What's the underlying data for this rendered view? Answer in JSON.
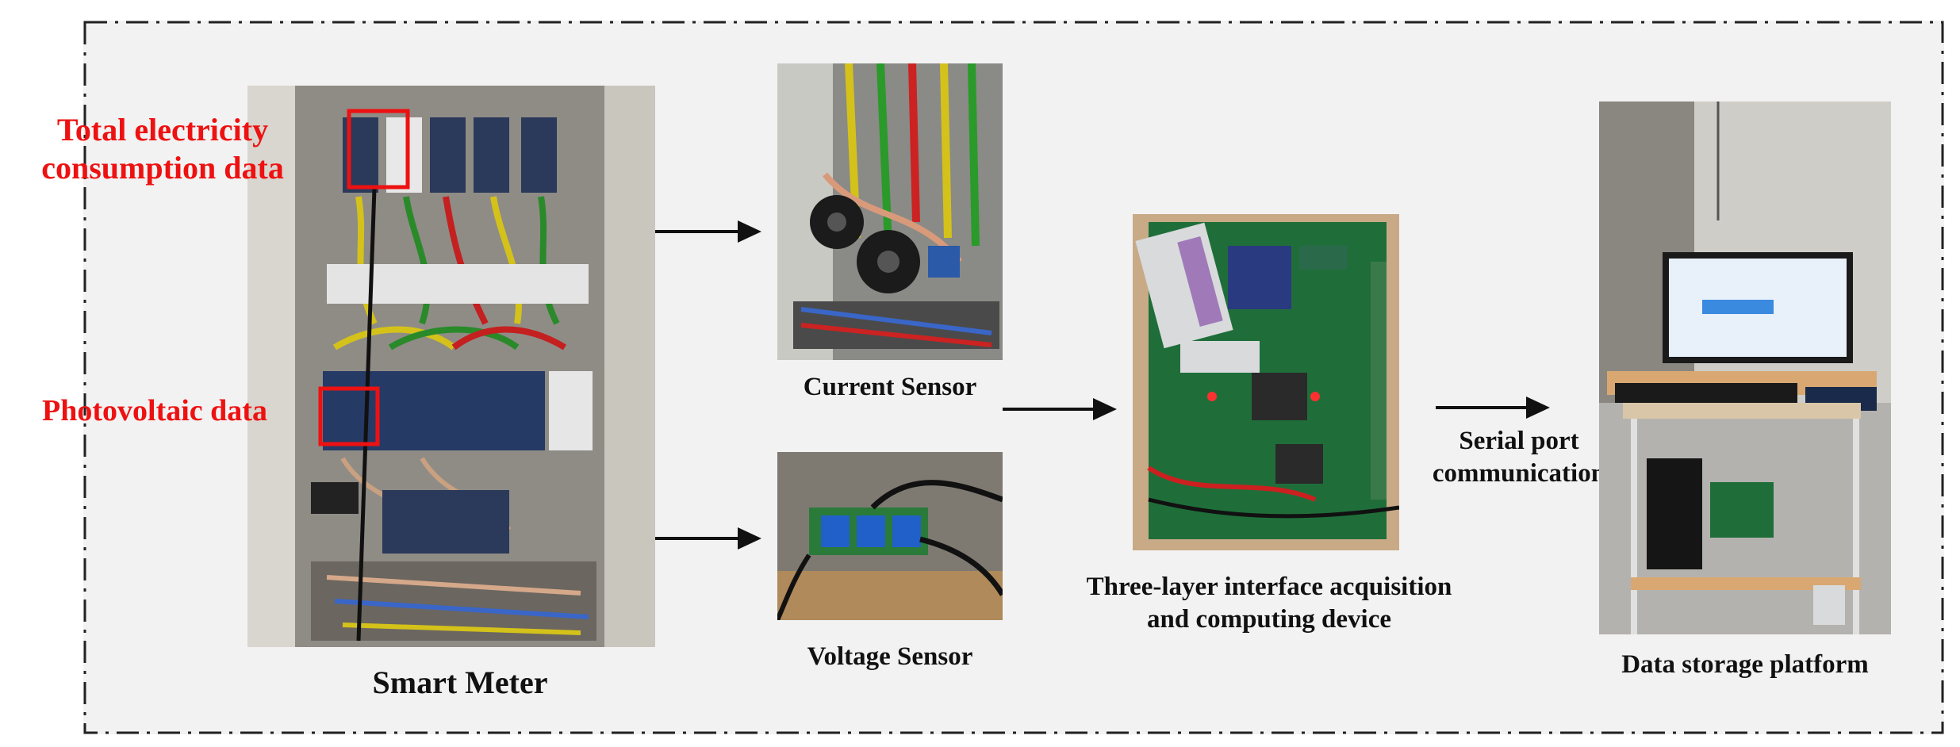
{
  "labels": {
    "total_electricity": "Total electricity consumption data",
    "photovoltaic": "Photovoltaic data",
    "smart_meter": "Smart Meter",
    "current_sensor": "Current Sensor",
    "voltage_sensor": "Voltage Sensor",
    "device": "Three-layer interface acquisition and computing device",
    "serial": "Serial port communication",
    "storage": "Data storage platform"
  },
  "colors": {
    "highlight": "#ee1111",
    "text": "#111111",
    "frame_bg": "#f2f2f2"
  }
}
